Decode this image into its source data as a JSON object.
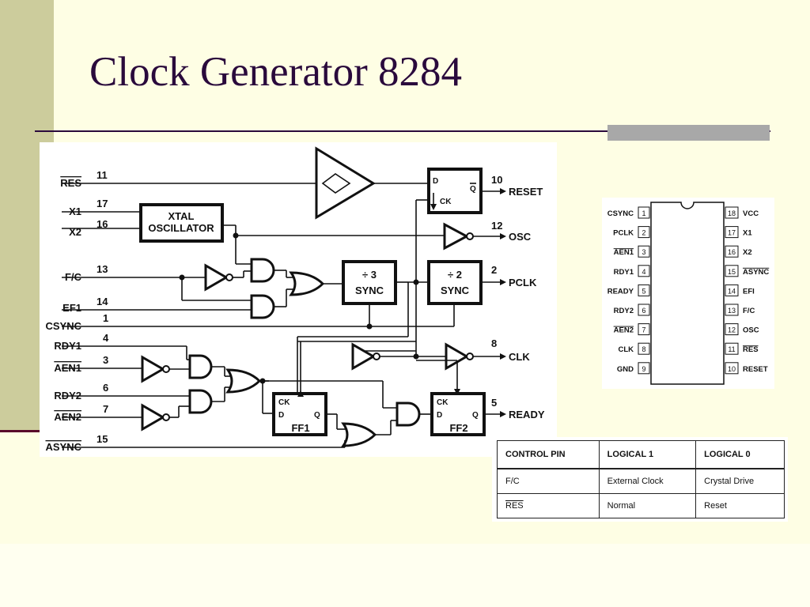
{
  "slide": {
    "title": "Clock Generator 8284"
  },
  "logic": {
    "inputs": {
      "res": {
        "label": "RES",
        "pin": "11"
      },
      "x1": {
        "label": "X1",
        "pin": "17"
      },
      "x2": {
        "label": "X2",
        "pin": "16"
      },
      "fc": {
        "label": "F/C",
        "pin": "13"
      },
      "efi": {
        "label": "EF1",
        "pin": "14"
      },
      "csync": {
        "label": "CSYNC",
        "pin": "1"
      },
      "rdy1": {
        "label": "RDY1",
        "pin": "4"
      },
      "aen1": {
        "label": "AEN1",
        "pin": "3"
      },
      "rdy2": {
        "label": "RDY2",
        "pin": "6"
      },
      "aen2": {
        "label": "AEN2",
        "pin": "7"
      },
      "async": {
        "label": "ASYNC",
        "pin": "15"
      }
    },
    "outputs": {
      "reset": {
        "label": "RESET",
        "pin": "10"
      },
      "osc": {
        "label": "OSC",
        "pin": "12"
      },
      "pclk": {
        "label": "PCLK",
        "pin": "2"
      },
      "clk": {
        "label": "CLK",
        "pin": "8"
      },
      "ready": {
        "label": "READY",
        "pin": "5"
      }
    },
    "blocks": {
      "xtal_line1": "XTAL",
      "xtal_line2": "OSCILLATOR",
      "div3_line1": "÷ 3",
      "div3_line2": "SYNC",
      "div2_line1": "÷ 2",
      "div2_line2": "SYNC",
      "dff_d": "D",
      "dff_ck": "CK",
      "dff_q": "Q",
      "ff_ck": "CK",
      "ff_d": "D",
      "ff_q": "Q",
      "ff1": "FF1",
      "ff2": "FF2"
    }
  },
  "pinout": {
    "left": [
      {
        "num": "1",
        "label": "CSYNC",
        "overline": false
      },
      {
        "num": "2",
        "label": "PCLK",
        "overline": false
      },
      {
        "num": "3",
        "label": "AEN1",
        "overline": true
      },
      {
        "num": "4",
        "label": "RDY1",
        "overline": false
      },
      {
        "num": "5",
        "label": "READY",
        "overline": false
      },
      {
        "num": "6",
        "label": "RDY2",
        "overline": false
      },
      {
        "num": "7",
        "label": "AEN2",
        "overline": true
      },
      {
        "num": "8",
        "label": "CLK",
        "overline": false
      },
      {
        "num": "9",
        "label": "GND",
        "overline": false
      }
    ],
    "right": [
      {
        "num": "18",
        "label": "VCC",
        "overline": false
      },
      {
        "num": "17",
        "label": "X1",
        "overline": false
      },
      {
        "num": "16",
        "label": "X2",
        "overline": false
      },
      {
        "num": "15",
        "label": "ASYNC",
        "overline": true
      },
      {
        "num": "14",
        "label": "EFI",
        "overline": false
      },
      {
        "num": "13",
        "label": "F/C",
        "overline": false
      },
      {
        "num": "12",
        "label": "OSC",
        "overline": false
      },
      {
        "num": "11",
        "label": "RES",
        "overline": true
      },
      {
        "num": "10",
        "label": "RESET",
        "overline": false
      }
    ]
  },
  "control_table": {
    "headers": [
      "CONTROL PIN",
      "LOGICAL 1",
      "LOGICAL 0"
    ],
    "rows": [
      [
        "F/C",
        "External Clock",
        "Crystal Drive"
      ],
      [
        "RES",
        "Normal",
        "Reset"
      ]
    ]
  }
}
